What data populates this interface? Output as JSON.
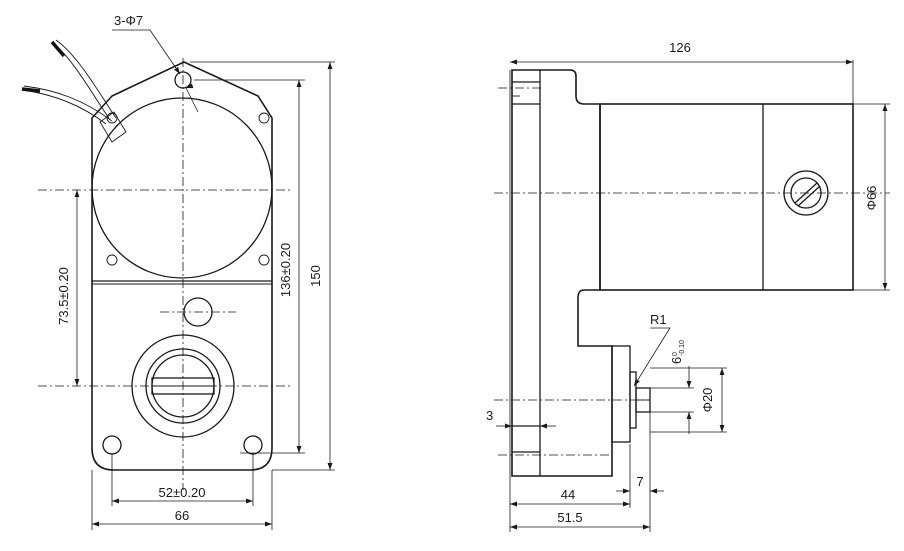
{
  "front_view": {
    "hole_callout": "3-Φ7",
    "dim_overall_height": "150",
    "dim_hole_spacing_vertical": "136±0.20",
    "dim_shaft_to_motor_axis": "73.5±0.20",
    "dim_hole_spacing_horizontal": "52±0.20",
    "dim_overall_width": "66"
  },
  "side_view": {
    "dim_overall_length": "126",
    "dim_motor_diameter": "Φ66",
    "dim_fillet_radius": "R1",
    "dim_key_width": "6",
    "dim_key_tolerance_upper": "0",
    "dim_key_tolerance_lower": "-0.10",
    "dim_shaft_diameter": "Φ20",
    "dim_flange_thickness": "3",
    "dim_gearbox_depth": "44",
    "dim_shaft_length": "7",
    "dim_shaft_position": "51.5"
  }
}
